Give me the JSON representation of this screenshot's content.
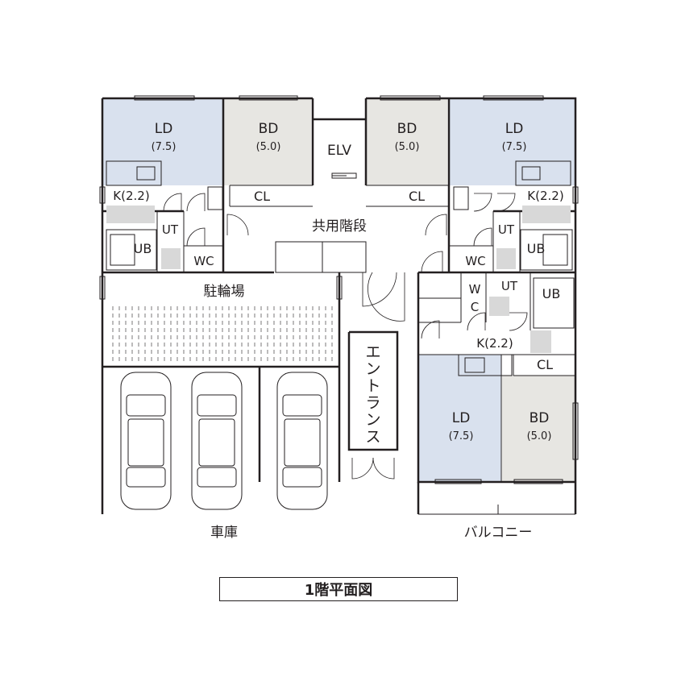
{
  "plan": {
    "title": "1階平面図",
    "colors": {
      "living": "#d9e1ee",
      "bedroom": "#e7e6e2",
      "fixture": "#d8d8d8",
      "line": "#231f20"
    },
    "units": {
      "top_left": {
        "ld": "LD",
        "ld_size": "(7.5)",
        "bd": "BD",
        "bd_size": "(5.0)",
        "cl": "CL",
        "k": "K(2.2)",
        "ut": "UT",
        "ub": "UB",
        "wc": "WC"
      },
      "top_right": {
        "ld": "LD",
        "ld_size": "(7.5)",
        "bd": "BD",
        "bd_size": "(5.0)",
        "cl": "CL",
        "k": "K(2.2)",
        "ut": "UT",
        "ub": "UB",
        "wc": "WC"
      },
      "bottom_right": {
        "ld": "LD",
        "ld_size": "(7.5)",
        "bd": "BD",
        "bd_size": "(5.0)",
        "cl": "CL",
        "k": "K(2.2)",
        "ut": "UT",
        "ub": "UB",
        "wc_1": "W",
        "wc_2": "C"
      }
    },
    "common": {
      "elv": "ELV",
      "stairs": "共用階段",
      "bike_parking": "駐輪場",
      "entrance": [
        "エ",
        "ン",
        "ト",
        "ラ",
        "ン",
        "ス"
      ],
      "garage": "車庫",
      "balcony": "バルコニー"
    }
  }
}
